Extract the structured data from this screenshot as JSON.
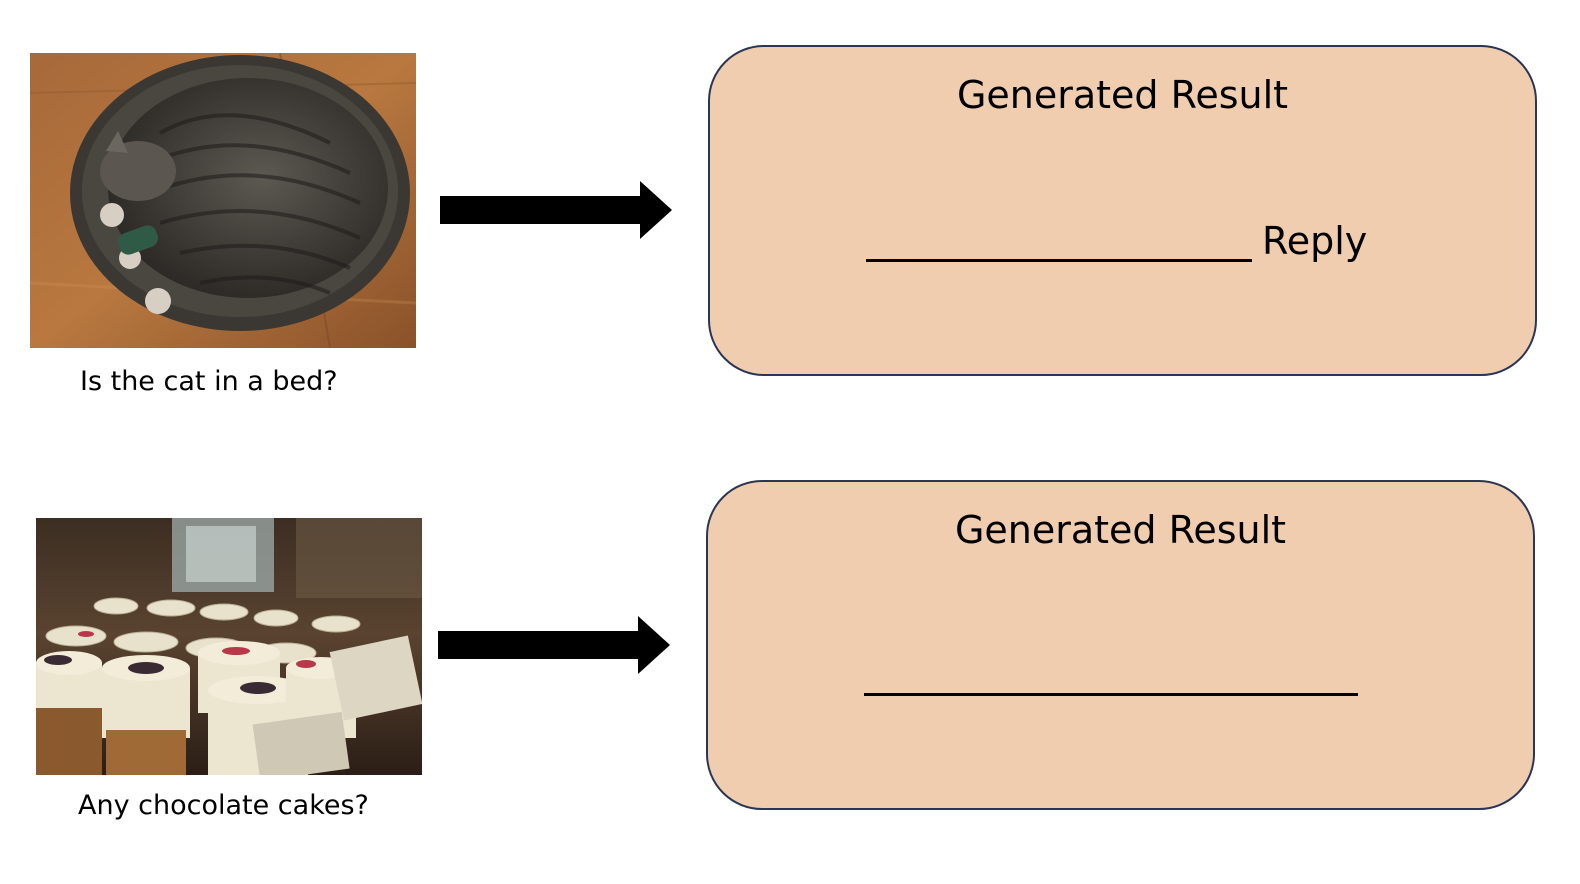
{
  "examples": [
    {
      "question": "Is the cat in a bed?",
      "image_subject": "tabby cat curled up in a round bowl bed",
      "result_title": "Generated Result",
      "answer_suffix": "Reply"
    },
    {
      "question": "Any chocolate cakes?",
      "image_subject": "display case of small frosted cakes",
      "result_title": "Generated Result",
      "answer_suffix": ""
    }
  ],
  "colors": {
    "box_fill": "#f1cdb0",
    "box_border": "#2a3654",
    "arrow": "#000000"
  }
}
